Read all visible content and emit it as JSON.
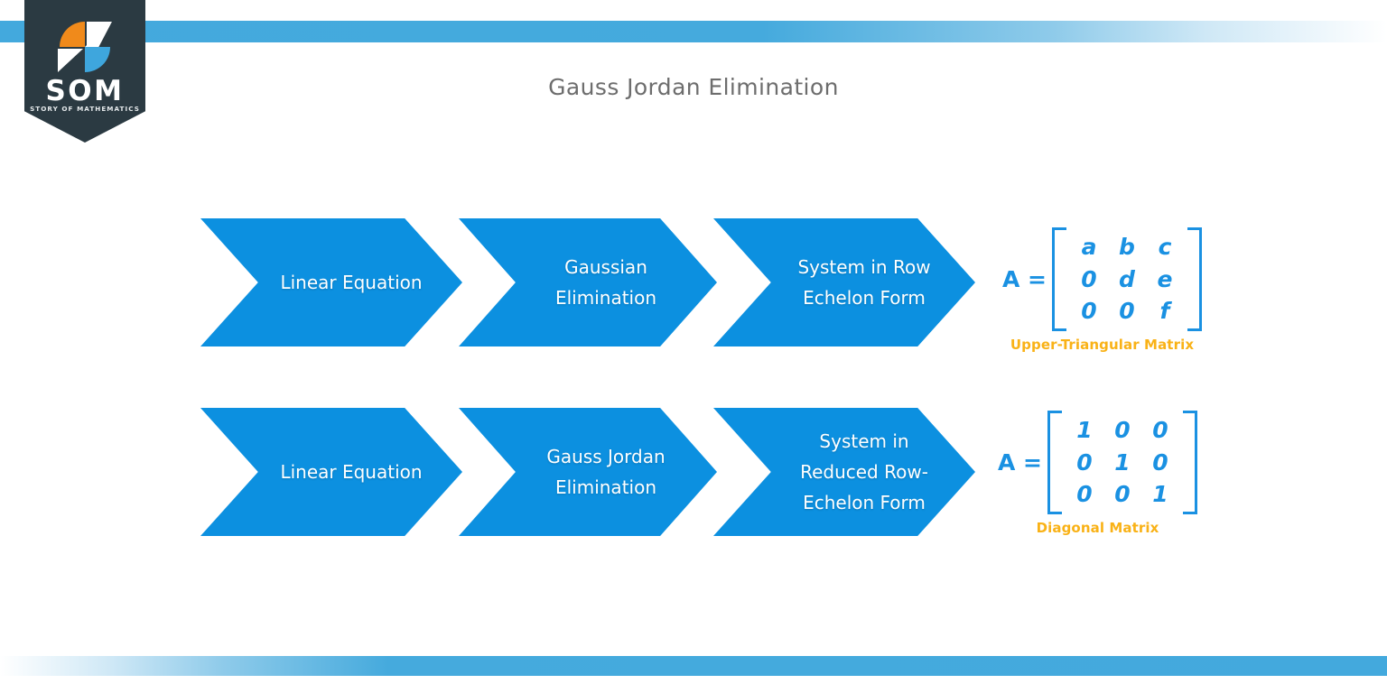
{
  "page": {
    "title": "Gauss Jordan Elimination",
    "background": "#ffffff",
    "accent_blue": "#0c90e0",
    "accent_orange": "#f9b217",
    "stripe_blue": "#43a9dd",
    "badge_dark": "#2b3a42"
  },
  "logo": {
    "wordmark": "SOM",
    "tagline": "STORY OF MATHEMATICS",
    "mark_colors": {
      "orange": "#f08a1b",
      "blue": "#3ea6dd",
      "white": "#ffffff"
    }
  },
  "flows": [
    {
      "id": "gaussian",
      "steps": [
        {
          "label": "Linear Equation"
        },
        {
          "label": "Gaussian\nElimination"
        },
        {
          "label": "System  in Row\nEchelon Form"
        }
      ],
      "matrix": {
        "name": "A =",
        "rows": [
          [
            "a",
            "b",
            "c"
          ],
          [
            "0",
            "d",
            "e"
          ],
          [
            "0",
            "0",
            "f"
          ]
        ],
        "caption": "Upper-Triangular Matrix"
      }
    },
    {
      "id": "gauss-jordan",
      "steps": [
        {
          "label": "Linear Equation"
        },
        {
          "label": "Gauss Jordan\nElimination"
        },
        {
          "label": "System  in\nReduced Row-\nEchelon Form"
        }
      ],
      "matrix": {
        "name": "A =",
        "rows": [
          [
            "1",
            "0",
            "0"
          ],
          [
            "0",
            "1",
            "0"
          ],
          [
            "0",
            "0",
            "1"
          ]
        ],
        "caption": "Diagonal Matrix"
      }
    }
  ]
}
